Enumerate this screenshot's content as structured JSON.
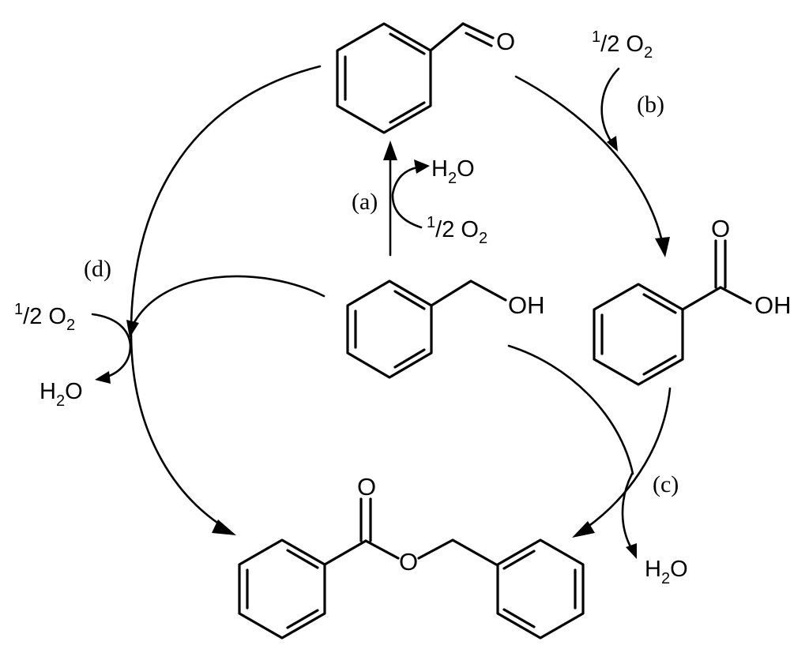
{
  "atoms": {
    "aldehyde_o": "O",
    "acid_o": "O",
    "acid_oh": "OH",
    "alcohol_oh": "OH",
    "ester_carbonyl_o": "O",
    "ester_o": "O"
  },
  "reagents": {
    "a_water": {
      "main": "H",
      "sub": "2",
      "tail": "O"
    },
    "a_oxygen": {
      "sup": "1",
      "slash": "/",
      "num": "2",
      "o": " O",
      "sub": "2"
    },
    "b_oxygen": {
      "sup": "1",
      "slash": "/",
      "num": "2",
      "o": " O",
      "sub": "2"
    },
    "c_water": {
      "main": "H",
      "sub": "2",
      "tail": "O"
    },
    "d_oxygen": {
      "sup": "1",
      "slash": "/",
      "num": "2",
      "o": " O",
      "sub": "2"
    },
    "d_water": {
      "main": "H",
      "sub": "2",
      "tail": "O"
    }
  },
  "labels": {
    "a": "(a)",
    "b": "(b)",
    "c": "(c)",
    "d": "(d)"
  }
}
